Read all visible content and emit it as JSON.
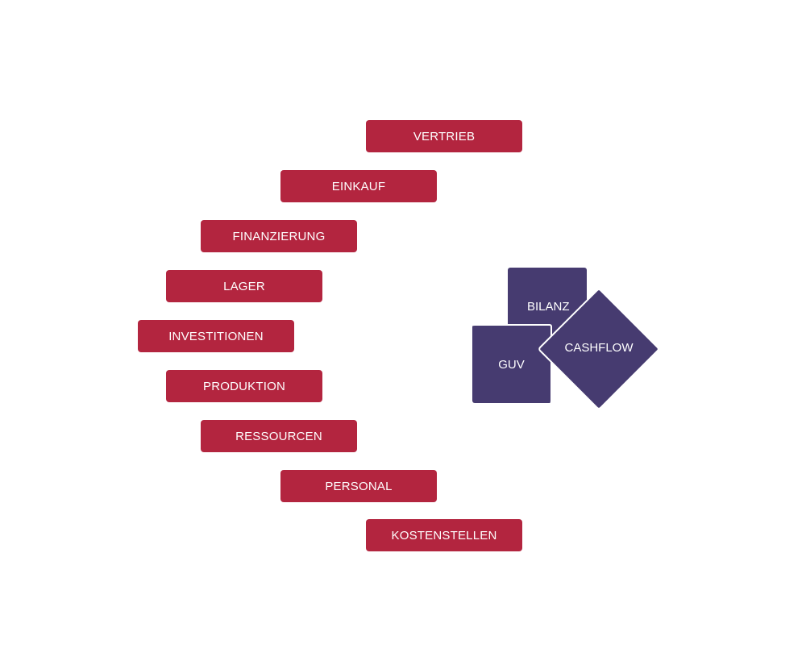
{
  "colors": {
    "module_fill": "#b3253f",
    "report_fill": "#463b70",
    "background": "#ffffff"
  },
  "modules": [
    {
      "label": "VERTRIEB"
    },
    {
      "label": "EINKAUF"
    },
    {
      "label": "FINANZIERUNG"
    },
    {
      "label": "LAGER"
    },
    {
      "label": "INVESTITIONEN"
    },
    {
      "label": "PRODUKTION"
    },
    {
      "label": "RESSOURCEN"
    },
    {
      "label": "PERSONAL"
    },
    {
      "label": "KOSTENSTELLEN"
    }
  ],
  "reports": {
    "bilanz": "BILANZ",
    "guv": "GUV",
    "cashflow": "CASHFLOW"
  }
}
